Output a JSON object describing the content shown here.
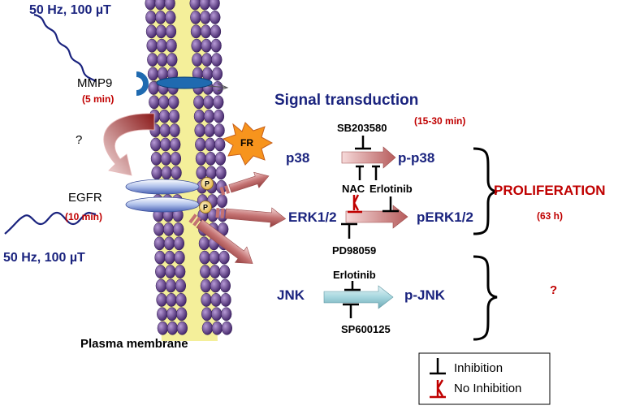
{
  "field_top": "50 Hz, 100 µT",
  "field_bottom": "50 Hz, 100 µT",
  "mmp9": {
    "label": "MMP9",
    "time": "(5 min)"
  },
  "question_left": "?",
  "egfr": {
    "label": "EGFR",
    "time": "(10 min)"
  },
  "membrane_label": "Plasma membrane",
  "fr_label": "FR",
  "phospho": "P",
  "title": "Signal transduction",
  "title_time": "(15-30 min)",
  "pathways": {
    "p38": {
      "from": "p38",
      "to": "p-p38",
      "inhibitor_top": "SB203580"
    },
    "erk": {
      "from": "ERK1/2",
      "to": "pERK1/2",
      "nac": "NAC",
      "erlotinib": "Erlotinib",
      "inhibitor_bottom": "PD98059"
    },
    "jnk": {
      "from": "JNK",
      "to": "p-JNK",
      "inhibitor_top": "Erlotinib",
      "inhibitor_bottom": "SP600125"
    }
  },
  "outcome": {
    "label": "PROLIFERATION",
    "time": "(63 h)",
    "question": "?"
  },
  "legend": {
    "inhibition": "Inhibition",
    "no_inhibition": "No Inhibition"
  },
  "colors": {
    "dark_blue": "#1a237e",
    "dark_red": "#a50000",
    "bright_red": "#c00000",
    "membrane_bead": "#5c3a8e",
    "membrane_core": "#f4ef9a",
    "arrow_red": "#c98585",
    "arrow_cyan": "#a6d6de",
    "receptor_blue": "#9fb4e6",
    "mmp9_blue": "#1f6ab0",
    "fr_orange": "#f7941d"
  }
}
